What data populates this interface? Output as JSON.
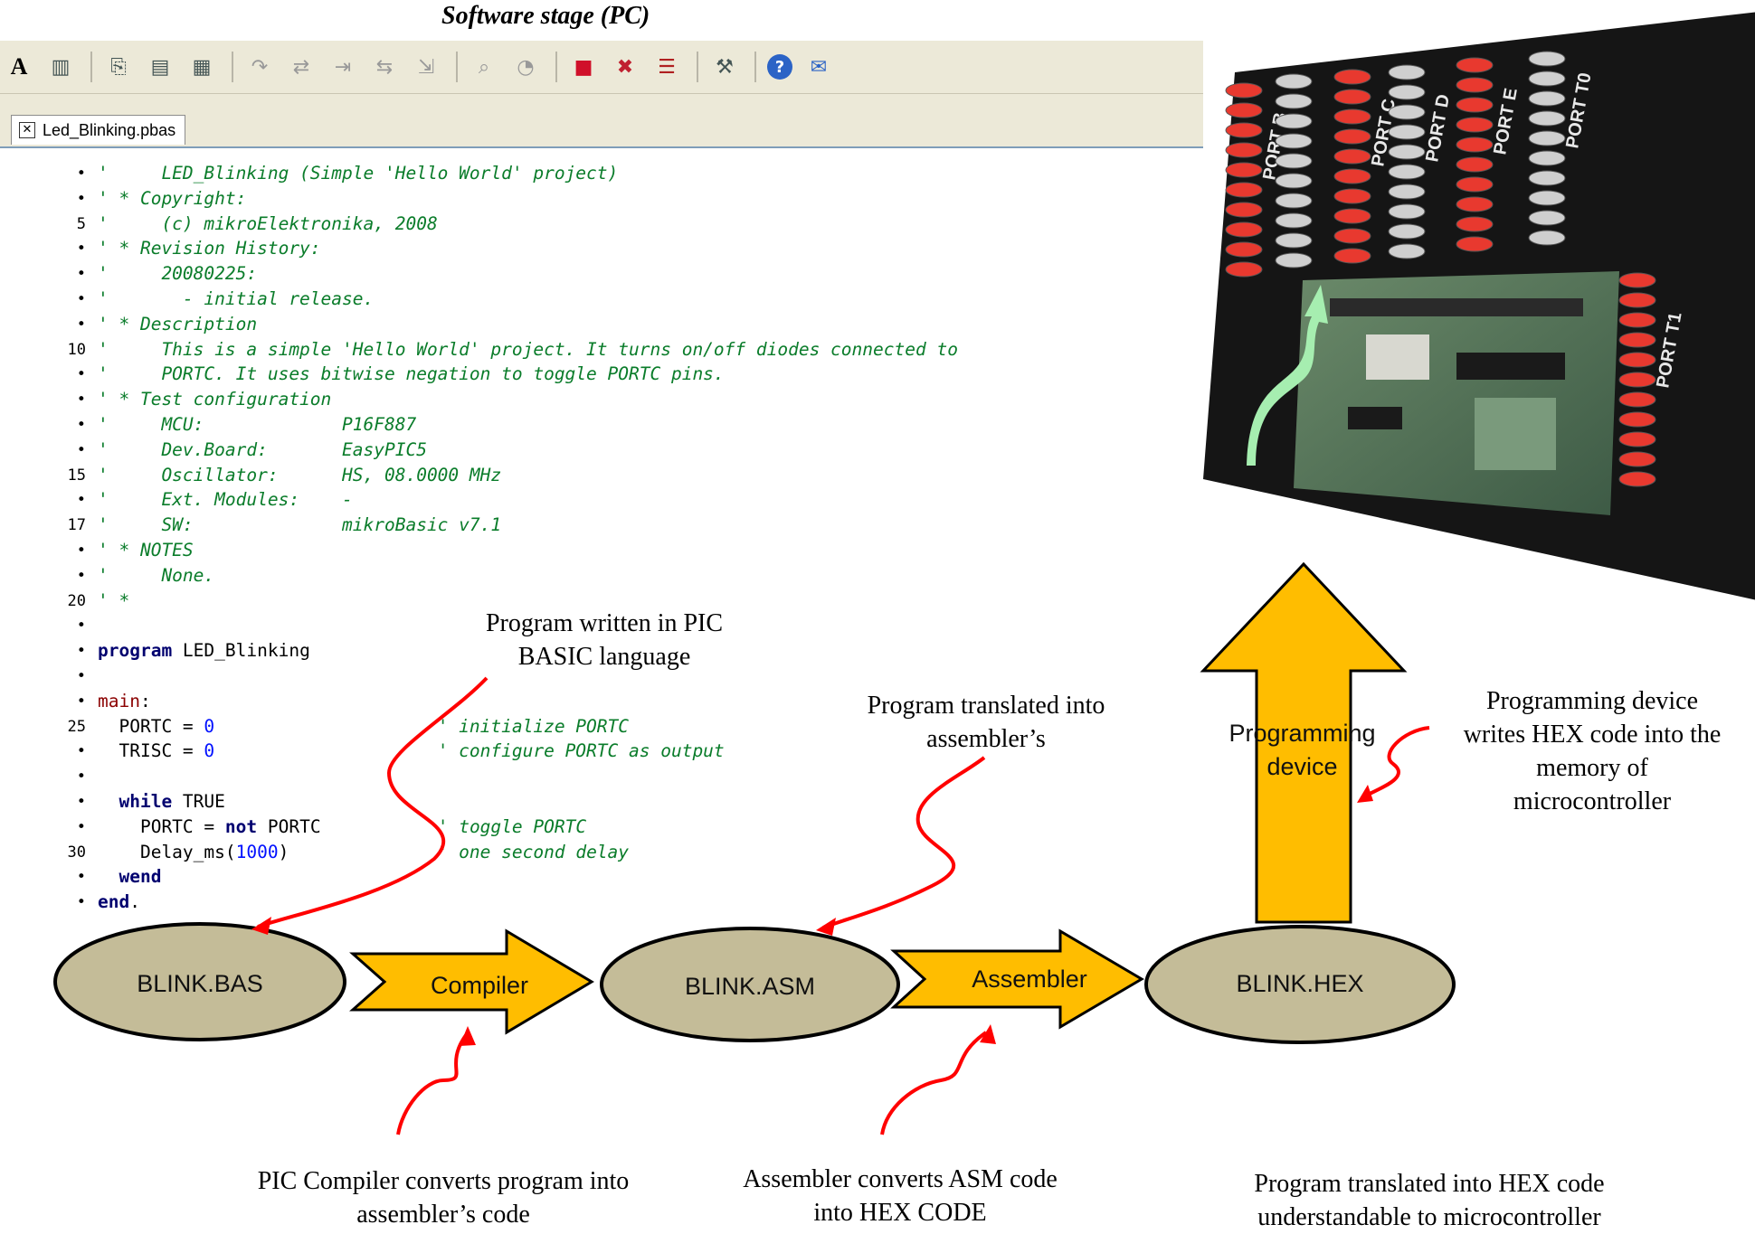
{
  "header": {
    "stage_title": "Software stage (PC)"
  },
  "ide": {
    "file_tab": "Led_Blinking.pbas",
    "toolbar_icons": [
      "font-icon",
      "chart-icon",
      "build-icon",
      "build-all-icon",
      "build-project-icon",
      "step-into-icon",
      "step-over-icon",
      "step-out-icon",
      "run-to-cursor-icon",
      "jump-icon",
      "watch-icon",
      "timer-icon",
      "breakpoint-icon",
      "clear-breakpoints-icon",
      "list-icon",
      "tools-icon",
      "help-icon",
      "mail-icon"
    ],
    "code_lines": [
      {
        "num": "•",
        "text": "'     LED_Blinking (Simple 'Hello World' project)",
        "kind": "comment"
      },
      {
        "num": "•",
        "text": "' * Copyright:",
        "kind": "comment"
      },
      {
        "num": "5",
        "text": "'     (c) mikroElektronika, 2008",
        "kind": "comment"
      },
      {
        "num": "•",
        "text": "' * Revision History:",
        "kind": "comment"
      },
      {
        "num": "•",
        "text": "'     20080225:",
        "kind": "comment"
      },
      {
        "num": "•",
        "text": "'       - initial release.",
        "kind": "comment"
      },
      {
        "num": "•",
        "text": "' * Description",
        "kind": "comment"
      },
      {
        "num": "10",
        "text": "'     This is a simple 'Hello World' project. It turns on/off diodes connected to",
        "kind": "comment"
      },
      {
        "num": "•",
        "text": "'     PORTC. It uses bitwise negation to toggle PORTC pins.",
        "kind": "comment"
      },
      {
        "num": "•",
        "text": "' * Test configuration",
        "kind": "comment"
      },
      {
        "num": "•",
        "text": "'     MCU:             P16F887",
        "kind": "comment"
      },
      {
        "num": "•",
        "text": "'     Dev.Board:       EasyPIC5",
        "kind": "comment"
      },
      {
        "num": "15",
        "text": "'     Oscillator:      HS, 08.0000 MHz",
        "kind": "comment"
      },
      {
        "num": "•",
        "text": "'     Ext. Modules:    -",
        "kind": "comment"
      },
      {
        "num": "17",
        "text": "'     SW:              mikroBasic v7.1",
        "kind": "comment"
      },
      {
        "num": "•",
        "text": "' * NOTES",
        "kind": "comment"
      },
      {
        "num": "•",
        "text": "'     None.",
        "kind": "comment"
      },
      {
        "num": "20",
        "text": "' *",
        "kind": "comment"
      },
      {
        "num": "•",
        "text": "",
        "kind": "plain"
      },
      {
        "num": "•",
        "kw": "program",
        "text": " LED_Blinking",
        "kind": "kwline"
      },
      {
        "num": "•",
        "text": "",
        "kind": "plain"
      },
      {
        "num": "•",
        "kw": "main",
        "text": ":",
        "kind": "main"
      },
      {
        "num": "25",
        "text": "  PORTC = ",
        "value": "0",
        "comment": "' initialize PORTC",
        "kind": "assign"
      },
      {
        "num": "•",
        "text": "  TRISC = ",
        "value": "0",
        "comment": "' configure PORTC as output",
        "kind": "assign"
      },
      {
        "num": "•",
        "text": "",
        "kind": "plain"
      },
      {
        "num": "•",
        "kw": "  while",
        "text": " TRUE",
        "kind": "kwline"
      },
      {
        "num": "•",
        "text": "    PORTC = ",
        "kw2": "not",
        "text2": " PORTC",
        "comment": "' toggle PORTC",
        "kind": "notline"
      },
      {
        "num": "30",
        "text": "    Delay_ms(",
        "value": "1000",
        "text2": ")",
        "comment": "' one second delay",
        "kind": "delay"
      },
      {
        "num": "•",
        "kw": "  wend",
        "text": "",
        "kind": "kwline"
      },
      {
        "num": "•",
        "kw": "end",
        "text": ".",
        "kind": "kwline"
      }
    ]
  },
  "board_photo": {
    "port_labels": [
      "PORT B",
      "PORT C",
      "PORT D",
      "PORT E",
      "PORT T0",
      "PORT T1"
    ]
  },
  "diagram": {
    "nodes": {
      "bas": "BLINK.BAS",
      "asm": "BLINK.ASM",
      "hex": "BLINK.HEX"
    },
    "arrows": {
      "compiler": "Compiler",
      "assembler": "Assembler",
      "programmer": "Programming device"
    },
    "annotations": {
      "pic_basic": "Program written in PIC BASIC language",
      "translated": "Program translated into assembler’s",
      "prog_device": "Programming device writes HEX code into the memory of microcontroller",
      "compiler_note": "PIC Compiler converts program into assembler’s code",
      "assembler_note": "Assembler converts ASM code into HEX CODE",
      "hex_note": "Program translated into HEX code understandable to microcontroller"
    }
  },
  "colors": {
    "ellipse_fill": "#c4bc98",
    "arrow_fill": "#ffbd00",
    "pointer_red": "#ff0000",
    "green_arrow": "#a6eeb0",
    "comment_green": "#0a7c2a"
  }
}
